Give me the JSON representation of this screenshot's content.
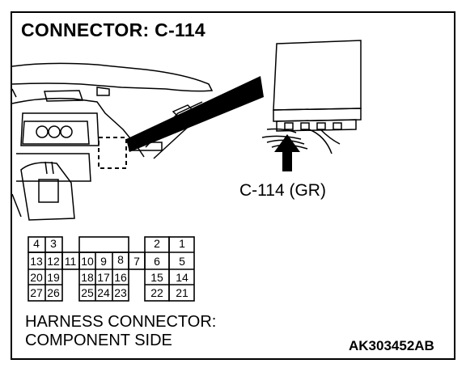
{
  "title": "CONNECTOR: C-114",
  "component_label": "C-114 (GR)",
  "caption": {
    "line1": "HARNESS CONNECTOR:",
    "line2": "COMPONENT SIDE"
  },
  "image_code": "AK303452AB",
  "pins": {
    "p1": "1",
    "p2": "2",
    "p3": "3",
    "p4": "4",
    "p5": "5",
    "p6": "6",
    "p7": "7",
    "p8": "8",
    "p9": "9",
    "p10": "10",
    "p11": "11",
    "p12": "12",
    "p13": "13",
    "p14": "14",
    "p15": "15",
    "p16": "16",
    "p17": "17",
    "p18": "18",
    "p19": "19",
    "p20": "20",
    "p21": "21",
    "p22": "22",
    "p23": "23",
    "p24": "24",
    "p25": "25",
    "p26": "26",
    "p27": "27"
  }
}
